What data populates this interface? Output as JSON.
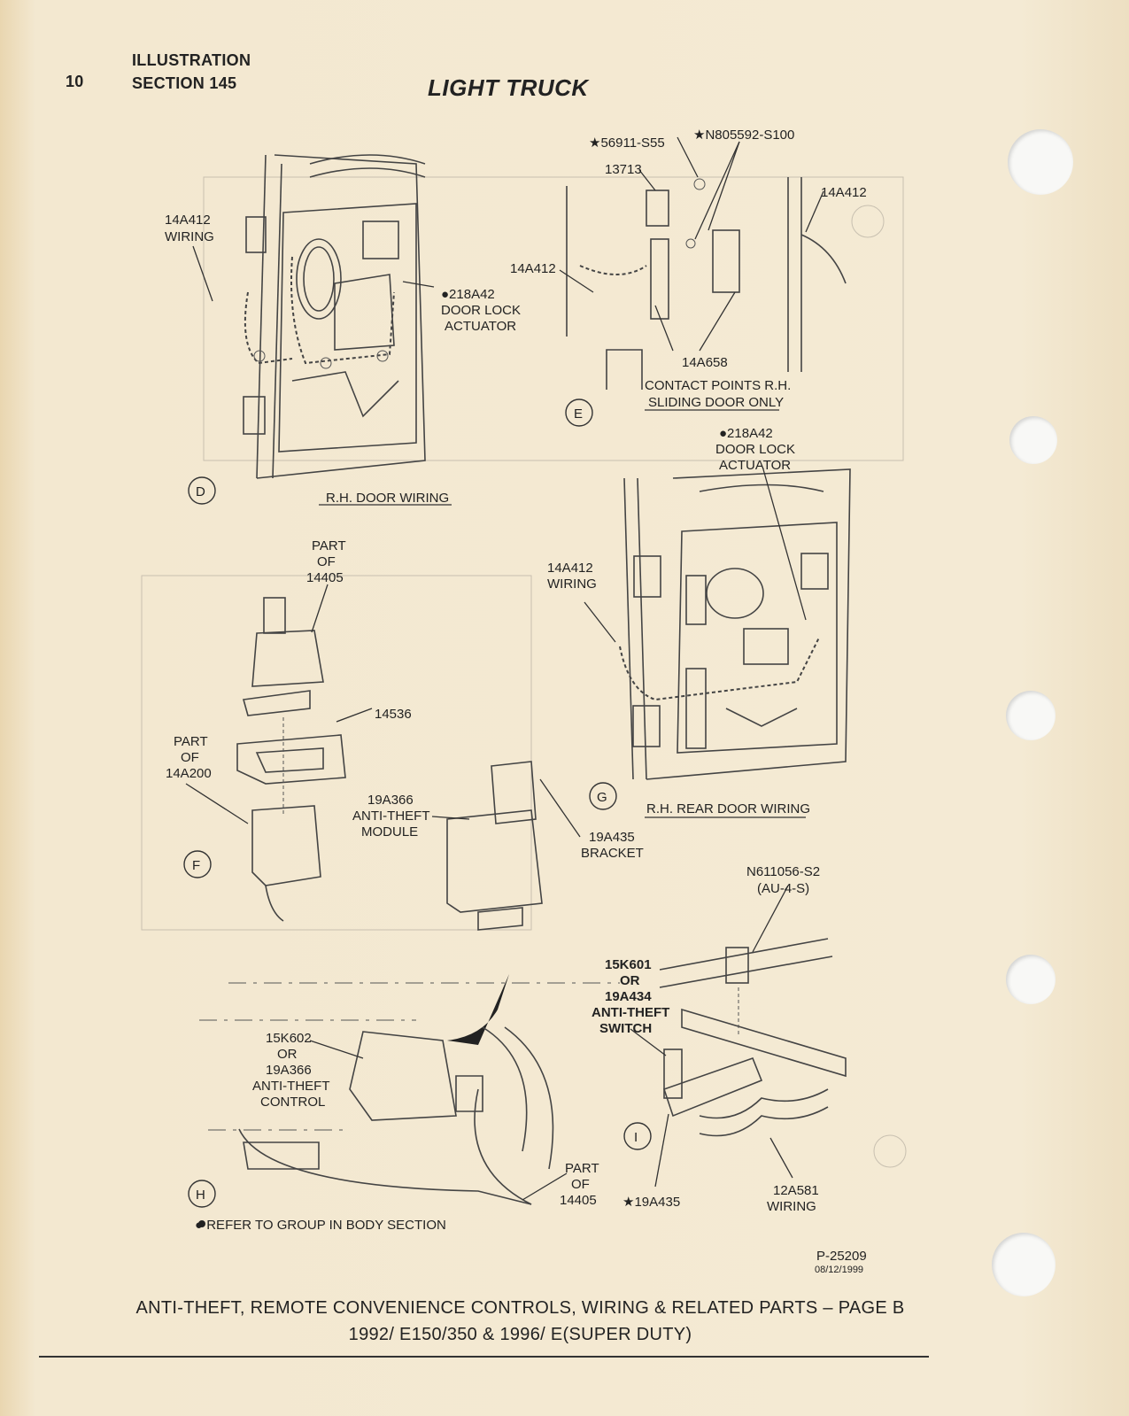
{
  "header": {
    "page_number": "10",
    "illustration": "ILLUSTRATION",
    "section": "SECTION 145",
    "title": "LIGHT TRUCK"
  },
  "views": {
    "D": {
      "circle": "D",
      "caption": "R.H. DOOR WIRING",
      "wiring_1": "14A412",
      "wiring_2": "WIRING",
      "actuator_1": "●218A42",
      "actuator_2": "DOOR LOCK",
      "actuator_3": "ACTUATOR"
    },
    "E": {
      "circle": "E",
      "p1": "★56911-S55",
      "p2": "★N805592-S100",
      "p3": "13713",
      "p4": "14A412",
      "p5": "14A412",
      "p6": "14A658",
      "caption_1": "CONTACT POINTS R.H.",
      "caption_2": "SLIDING DOOR ONLY"
    },
    "G": {
      "circle": "G",
      "caption": "R.H. REAR DOOR WIRING",
      "actuator_1": "●218A42",
      "actuator_2": "DOOR LOCK",
      "actuator_3": "ACTUATOR",
      "wiring_1": "14A412",
      "wiring_2": "WIRING"
    },
    "F": {
      "circle": "F",
      "part_1": "PART",
      "part_2": "OF",
      "part_3": "14405",
      "p14536": "14536",
      "part200_1": "PART",
      "part200_2": "OF",
      "part200_3": "14A200",
      "module_1": "19A366",
      "module_2": "ANTI-THEFT",
      "module_3": "MODULE",
      "bracket_1": "19A435",
      "bracket_2": "BRACKET"
    },
    "H": {
      "circle": "H",
      "ctrl_1": "15K602",
      "ctrl_2": "OR",
      "ctrl_3": "19A366",
      "ctrl_4": "ANTI-THEFT",
      "ctrl_5": "CONTROL",
      "part_1": "PART",
      "part_2": "OF",
      "part_3": "14405",
      "note": "● REFER TO GROUP IN BODY SECTION"
    },
    "I": {
      "circle": "I",
      "n1": "N611056-S2",
      "n2": "(AU-4-S)",
      "sw_1": "15K601",
      "sw_2": "OR",
      "sw_3": "19A434",
      "sw_4": "ANTI-THEFT",
      "sw_5": "SWITCH",
      "p19a435": "★19A435",
      "wiring_1": "12A581",
      "wiring_2": "WIRING"
    }
  },
  "ref": {
    "code": "P-25209",
    "date": "08/12/1999"
  },
  "footer": {
    "line1": "ANTI-THEFT, REMOTE CONVENIENCE CONTROLS, WIRING & RELATED PARTS – PAGE B",
    "line2": "1992/ E150/350 & 1996/ E(SUPER DUTY)"
  }
}
